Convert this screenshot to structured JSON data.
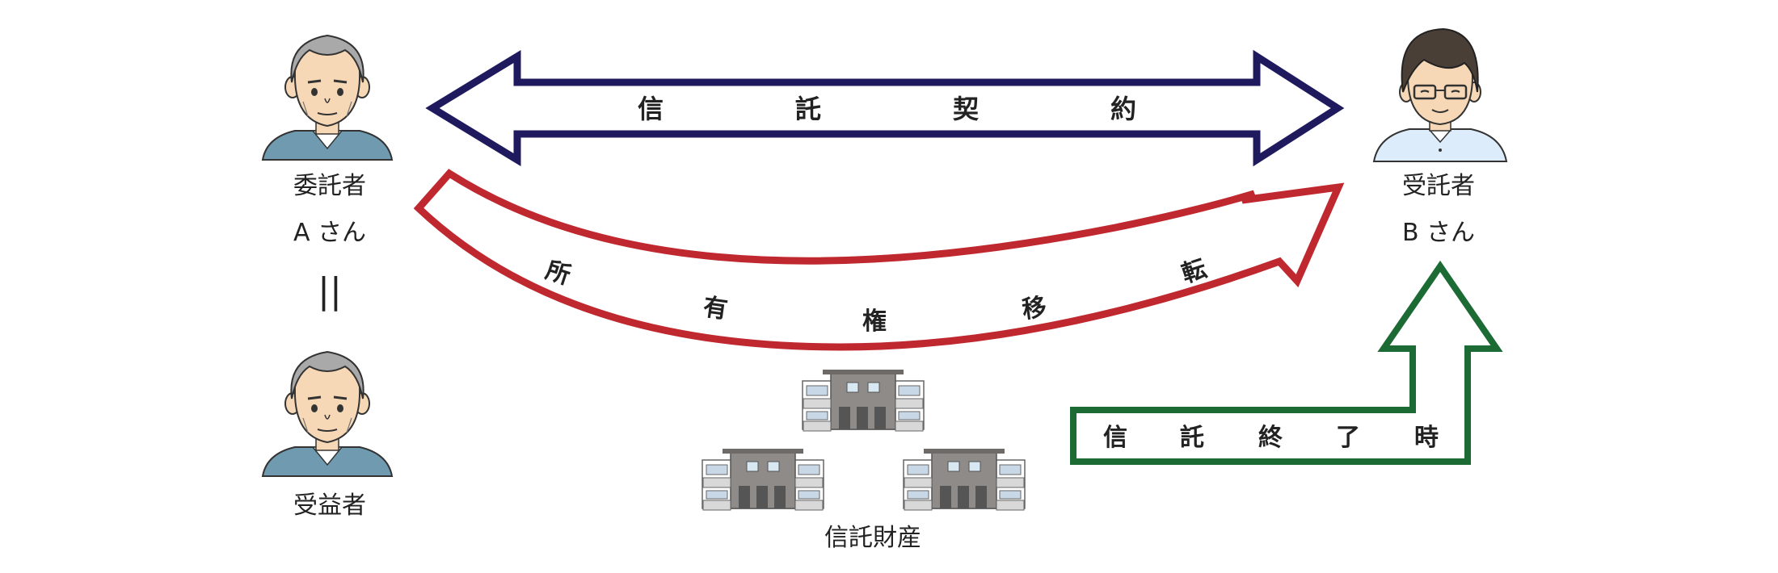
{
  "colors": {
    "contract": "#1f1a5e",
    "ownership": "#c0282f",
    "termination": "#1c6b35",
    "text": "#222222"
  },
  "contract_arrow": {
    "chars": [
      "信",
      "託",
      "契",
      "約"
    ]
  },
  "ownership_arrow": {
    "chars": [
      "所",
      "有",
      "権",
      "移",
      "転"
    ]
  },
  "termination_arrow": {
    "chars": [
      "信",
      "託",
      "終",
      "了",
      "時"
    ]
  },
  "settlor": {
    "role": "委託者",
    "name": "A さん"
  },
  "equals_mark": "||",
  "beneficiary": {
    "role": "受益者"
  },
  "trustee": {
    "role": "受託者",
    "name": "B さん"
  },
  "property": {
    "label": "信託財産"
  },
  "icons": [
    "elderly-man-icon",
    "elderly-man-icon",
    "glasses-man-icon",
    "apartment-building-icon"
  ]
}
